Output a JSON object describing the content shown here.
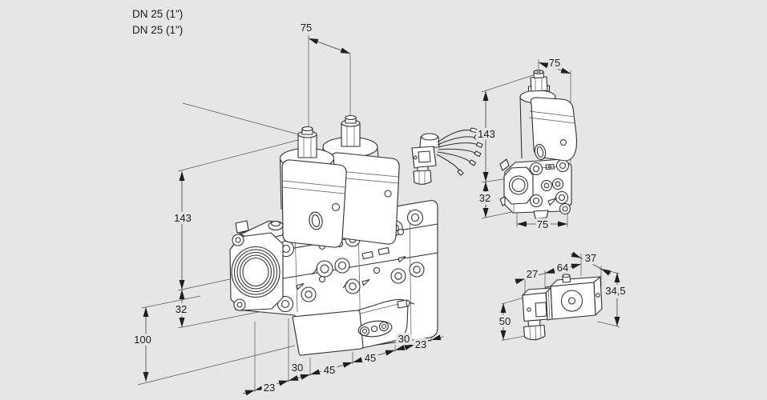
{
  "page": {
    "background": "#e6e6e6",
    "line_color": "#2e2e2e"
  },
  "labels": {
    "line1": "DN 25 (1\")",
    "line2": "DN 25 (1\")"
  },
  "main_view": {
    "title": "double-solenoid-valve-front-isometric",
    "dims": {
      "top_width": "75",
      "upper_height": "143",
      "axis_height": "32",
      "lower_height": "100",
      "chain": [
        "23",
        "30",
        "45",
        "45",
        "30",
        "23"
      ]
    }
  },
  "side_view": {
    "title": "single-valve-side-isometric",
    "dims": {
      "top_width": "75",
      "upper_height": "143",
      "lower_height": "32",
      "bottom_width": "75"
    }
  },
  "connector_view": {
    "title": "solenoid-cable-connector",
    "dims": {
      "socket_width": "27",
      "body_width": "64",
      "depth": "37",
      "body_height": "34,5",
      "total_height": "50"
    }
  }
}
